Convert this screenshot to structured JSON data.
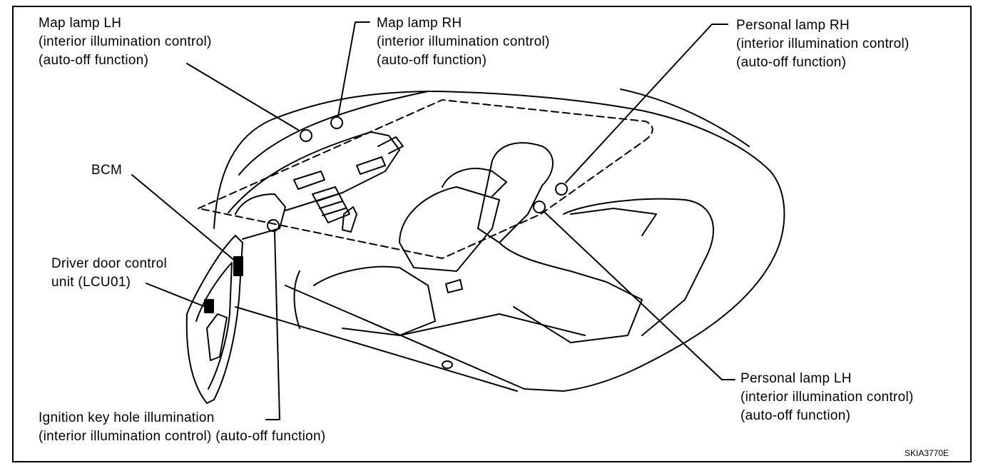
{
  "callouts": {
    "map_lamp_lh": {
      "name": "Map lamp LH",
      "line2": "(interior illumination control)",
      "line3": "(auto-off function)"
    },
    "map_lamp_rh": {
      "name": "Map lamp RH",
      "line2": "(interior illumination control)",
      "line3": "(auto-off function)"
    },
    "personal_lamp_rh": {
      "name": "Personal lamp RH",
      "line2": "(interior illumination control)",
      "line3": "(auto-off function)"
    },
    "bcm": {
      "name": "BCM"
    },
    "driver_door": {
      "line1": "Driver door control",
      "line2": "unit (LCU01)"
    },
    "ignition": {
      "line1": "Ignition key hole illumination",
      "line2": "(interior illumination control) (auto-off function)"
    },
    "personal_lamp_lh": {
      "name": "Personal lamp LH",
      "line2": "(interior illumination control)",
      "line3": "(auto-off function)"
    }
  },
  "figure_code": "SKIA3770E"
}
